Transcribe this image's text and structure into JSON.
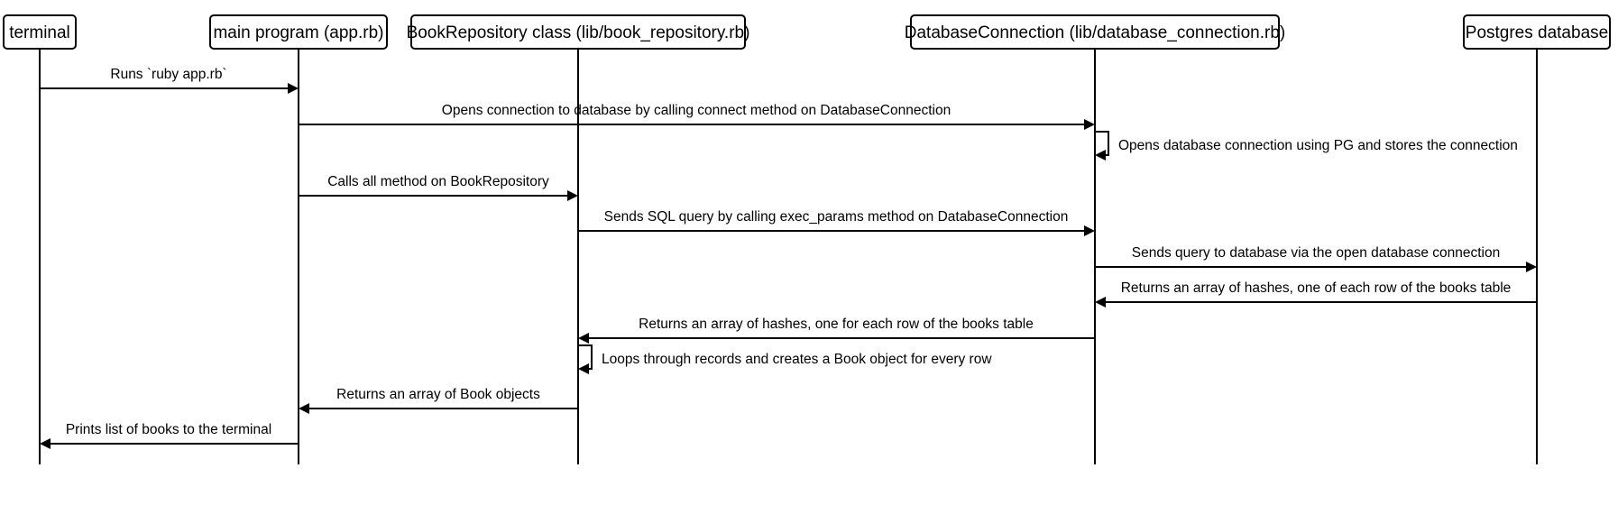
{
  "participants": [
    {
      "id": "terminal",
      "label": "terminal"
    },
    {
      "id": "app",
      "label": "main program (app.rb)"
    },
    {
      "id": "repo",
      "label": "BookRepository class (lib/book_repository.rb)"
    },
    {
      "id": "dbconn",
      "label": "DatabaseConnection (lib/database_connection.rb)"
    },
    {
      "id": "postgres",
      "label": "Postgres database"
    }
  ],
  "messages": [
    {
      "from": "terminal",
      "to": "app",
      "label": "Runs `ruby app.rb`"
    },
    {
      "from": "app",
      "to": "dbconn",
      "label": "Opens connection to database by calling connect method on DatabaseConnection"
    },
    {
      "from": "dbconn",
      "to": "dbconn",
      "label": "Opens database connection using PG and stores the connection"
    },
    {
      "from": "app",
      "to": "repo",
      "label": "Calls all method on BookRepository"
    },
    {
      "from": "repo",
      "to": "dbconn",
      "label": "Sends SQL query by calling exec_params method on DatabaseConnection"
    },
    {
      "from": "dbconn",
      "to": "postgres",
      "label": "Sends query to database via the open database connection"
    },
    {
      "from": "postgres",
      "to": "dbconn",
      "label": "Returns an array of hashes, one of each row of the books table"
    },
    {
      "from": "dbconn",
      "to": "repo",
      "label": "Returns an array of hashes, one for each row of the books table"
    },
    {
      "from": "repo",
      "to": "repo",
      "label": "Loops through records and creates a Book object for every row"
    },
    {
      "from": "repo",
      "to": "app",
      "label": "Returns an array of Book objects"
    },
    {
      "from": "app",
      "to": "terminal",
      "label": "Prints list of books to the terminal"
    }
  ]
}
